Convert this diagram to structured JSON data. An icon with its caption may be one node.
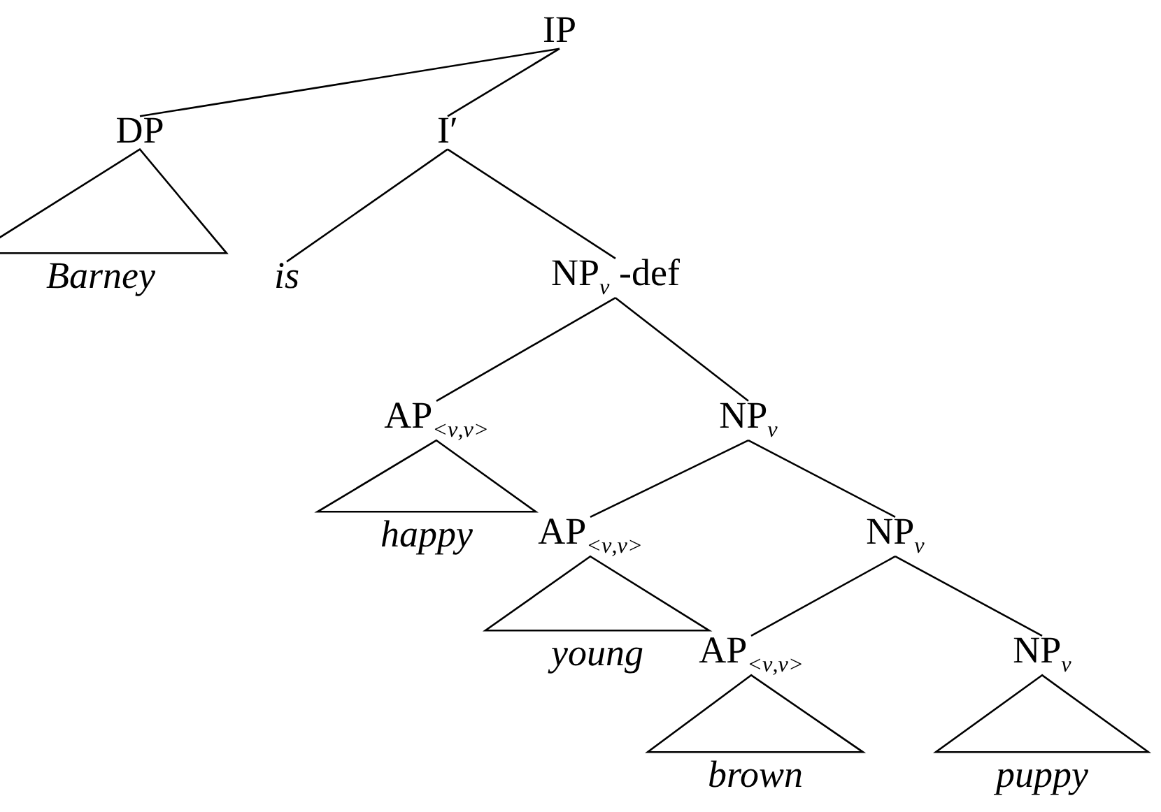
{
  "diagram": {
    "nodes": [
      {
        "text": [
          "IP"
        ]
      },
      {
        "text": [
          "DP"
        ]
      },
      {
        "text": [
          "I′"
        ]
      },
      {
        "text": [
          "Barney"
        ]
      },
      {
        "text": [
          "is"
        ]
      },
      {
        "text": [
          "NP$_{ν}$ -def"
        ]
      },
      {
        "text": [
          "AP$_{<ν,ν>}$"
        ]
      },
      {
        "text": [
          "NP$_{ν}$"
        ]
      },
      {
        "text": [
          "happy"
        ]
      },
      {
        "text": [
          "AP$_{<ν,ν>}$"
        ]
      },
      {
        "text": [
          "NP$_{ν}$"
        ]
      },
      {
        "text": [
          "young"
        ]
      },
      {
        "text": [
          "AP$_{<ν,ν>}$"
        ]
      },
      {
        "text": [
          "NP$_{ν}$"
        ]
      },
      {
        "text": [
          "brown"
        ]
      },
      {
        "text": [
          "puppy"
        ]
      }
    ],
    "edges": [
      {
        "from": 0,
        "to": 1,
        "arrow": "none"
      },
      {
        "from": 0,
        "to": 2,
        "arrow": "none"
      },
      {
        "from": 1,
        "to": 3,
        "arrow": "none"
      },
      {
        "from": 2,
        "to": 4,
        "arrow": "none"
      },
      {
        "from": 2,
        "to": 5,
        "arrow": "none"
      },
      {
        "from": 5,
        "to": 6,
        "arrow": "none"
      },
      {
        "from": 5,
        "to": 7,
        "arrow": "none"
      },
      {
        "from": 6,
        "to": 8,
        "arrow": "none"
      },
      {
        "from": 7,
        "to": 9,
        "arrow": "none"
      },
      {
        "from": 7,
        "to": 10,
        "arrow": "none"
      },
      {
        "from": 9,
        "to": 11,
        "arrow": "none"
      },
      {
        "from": 10,
        "to": 12,
        "arrow": "none"
      },
      {
        "from": 10,
        "to": 13,
        "arrow": "none"
      },
      {
        "from": 12,
        "to": 14,
        "arrow": "none"
      },
      {
        "from": 13,
        "to": 15,
        "arrow": "none"
      }
    ]
  }
}
